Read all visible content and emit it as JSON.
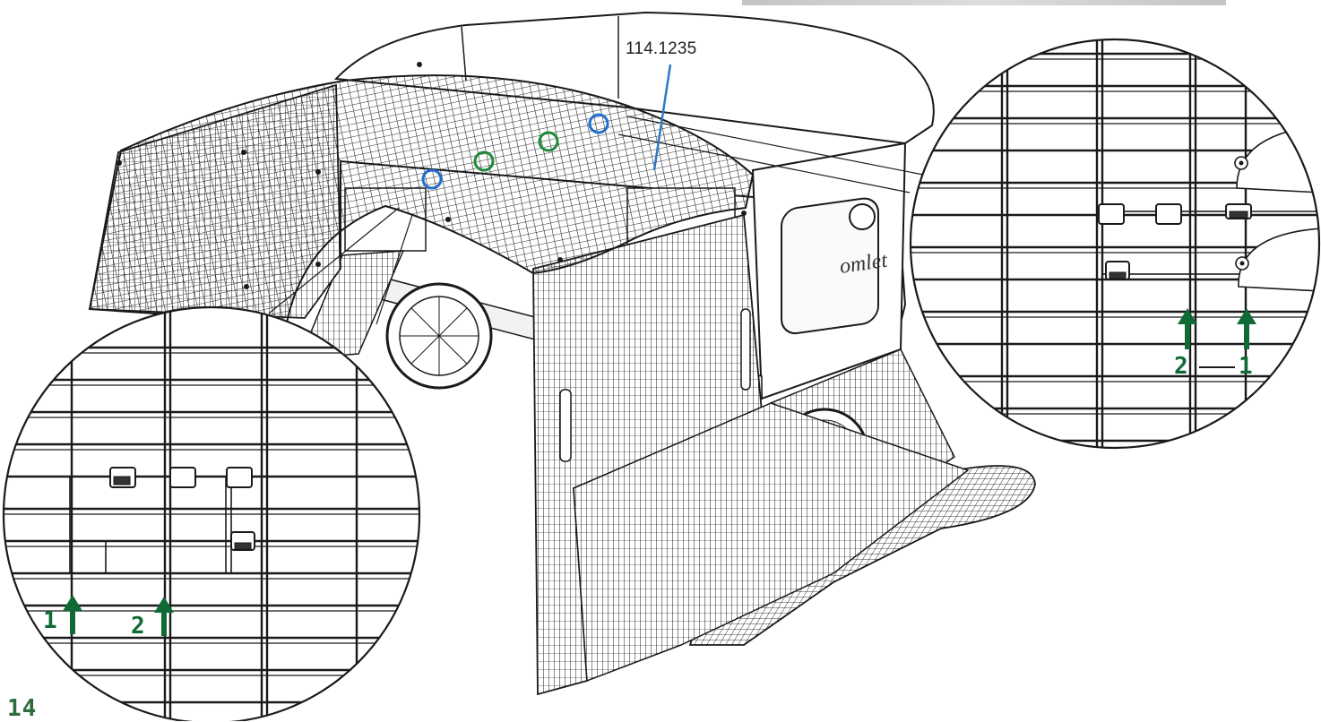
{
  "diagram": {
    "part_number": "114.1235",
    "step_number": "14",
    "brand_mark": "omlet",
    "left_zoom": {
      "arrow_labels": [
        "1",
        "2"
      ]
    },
    "right_zoom": {
      "arrow_labels": [
        "2",
        "1"
      ]
    },
    "colors": {
      "arrow_green": "#0f6a35",
      "clip_blue": "#1e6fd0",
      "clip_green": "#1e8a3c",
      "leader_blue": "#2c7bc8",
      "line": "#1a1a1a"
    }
  }
}
